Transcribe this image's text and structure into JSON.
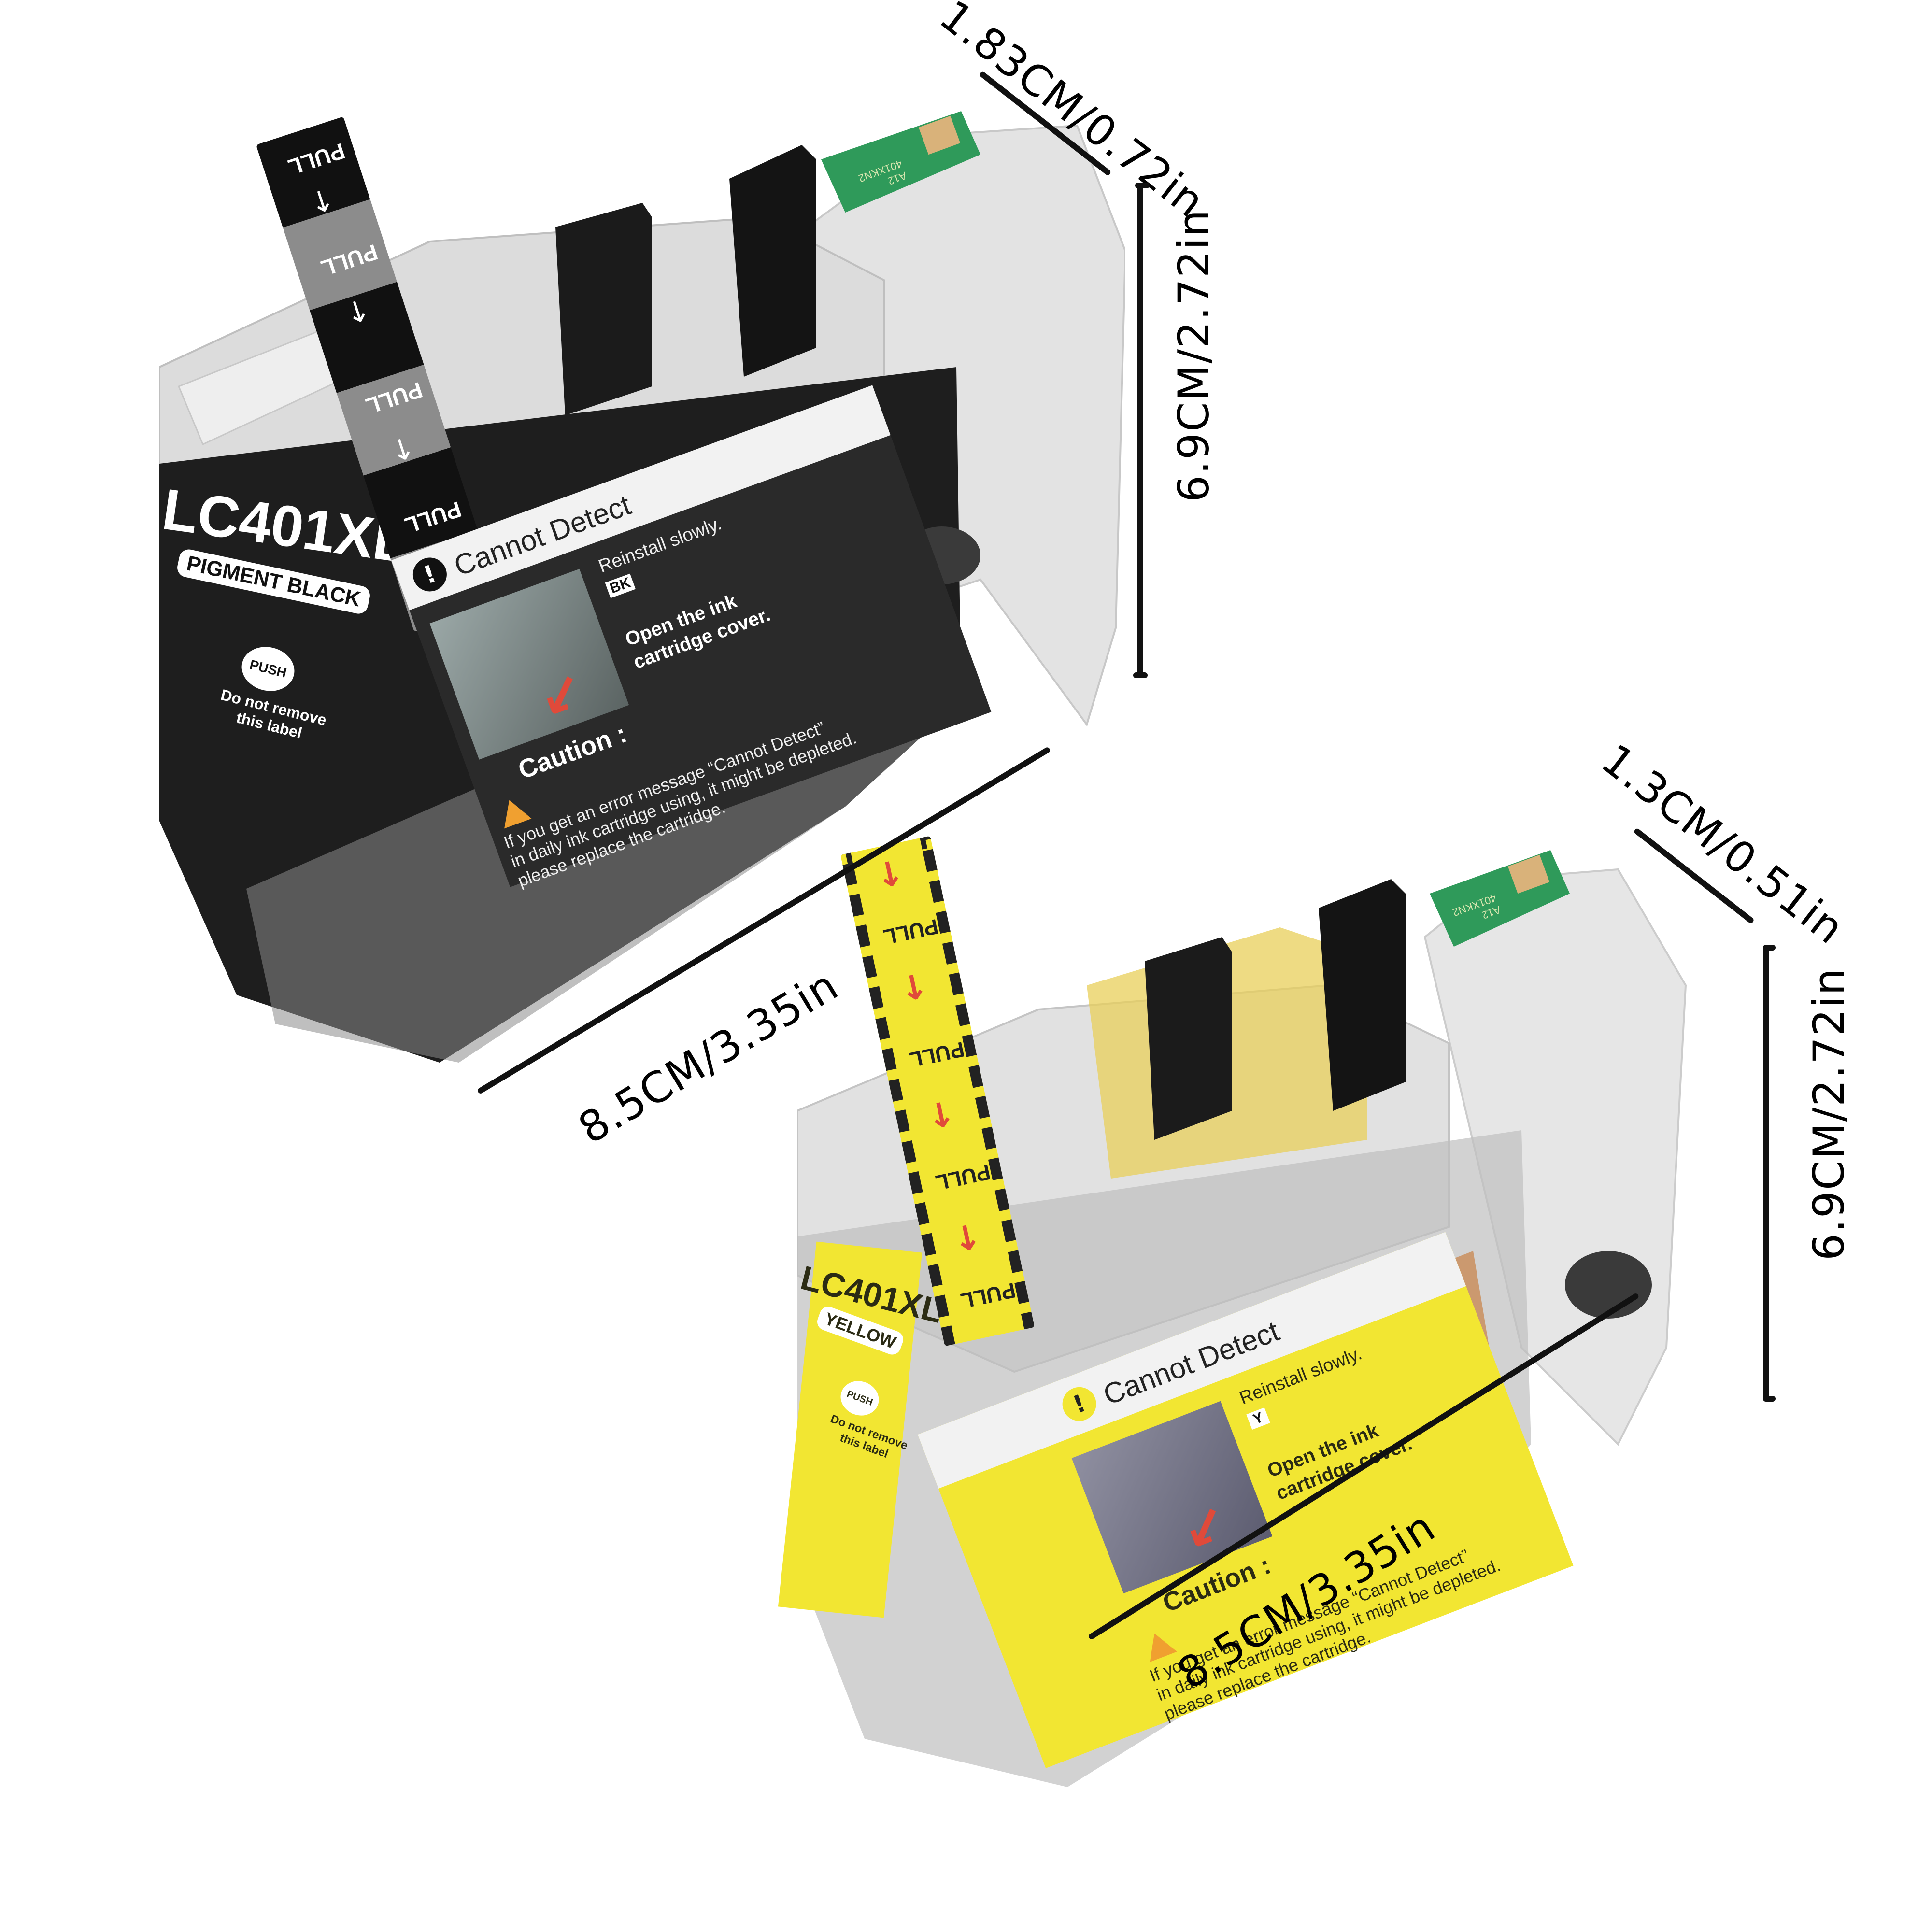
{
  "image": {
    "background": "#ffffff",
    "description": "Product photo of two LC401XL ink cartridges with dimension annotations"
  },
  "cartridges": [
    {
      "id": "black",
      "model": "LC401XL",
      "color_name": "PIGMENT BLACK",
      "push_label": "PUSH",
      "side_note_line1": "Do not remove",
      "side_note_line2": "this label",
      "pull_tab_text": "PULL",
      "label_color": "#2a2a2a",
      "label_text_color": "#ffffff",
      "header": "Cannot Detect",
      "reinstall": "Reinstall slowly.",
      "color_code": "BK",
      "instruction_line1": "Open the ink",
      "instruction_line2": "cartridge cover.",
      "caution_title": "Caution :",
      "caution_line1": "If you get an error message “Cannot Detect”",
      "caution_line2": "in daily ink cartridge using, it might be depleted.",
      "caution_line3": "please replace the cartridge.",
      "chip_line1": "A12",
      "chip_line2": "401XKN2",
      "dimensions": {
        "depth": "1.83CM/0.72in",
        "height": "6.9CM/2.72in",
        "length": "8.5CM/3.35in"
      }
    },
    {
      "id": "yellow",
      "model": "LC401XL",
      "color_name": "YELLOW",
      "push_label": "PUSH",
      "side_note_line1": "Do not remove",
      "side_note_line2": "this label",
      "pull_tab_text": "PULL",
      "label_color": "#f2e632",
      "label_text_color": "#2b2b14",
      "header": "Cannot Detect",
      "reinstall": "Reinstall slowly.",
      "color_code": "Y",
      "instruction_line1": "Open the ink",
      "instruction_line2": "cartridge cover.",
      "caution_title": "Caution :",
      "caution_line1": "If you get an error message “Cannot Detect”",
      "caution_line2": "in daily ink cartridge using, it might be depleted.",
      "caution_line3": "please replace the cartridge.",
      "chip_line1": "A12",
      "chip_line2": "401XKN2",
      "dimensions": {
        "depth": "1.3CM/0.51in",
        "height": "6.9CM/2.72in",
        "length": "8.5CM/3.35in"
      }
    }
  ],
  "colors": {
    "chip_green": "#2f9a5a",
    "chip_gold": "#d9b27a",
    "shell_clear": "#d6d6d6",
    "caution_orange": "#f0a030",
    "arrow_red": "#e04a3a",
    "dimension_ink": "#111111"
  }
}
